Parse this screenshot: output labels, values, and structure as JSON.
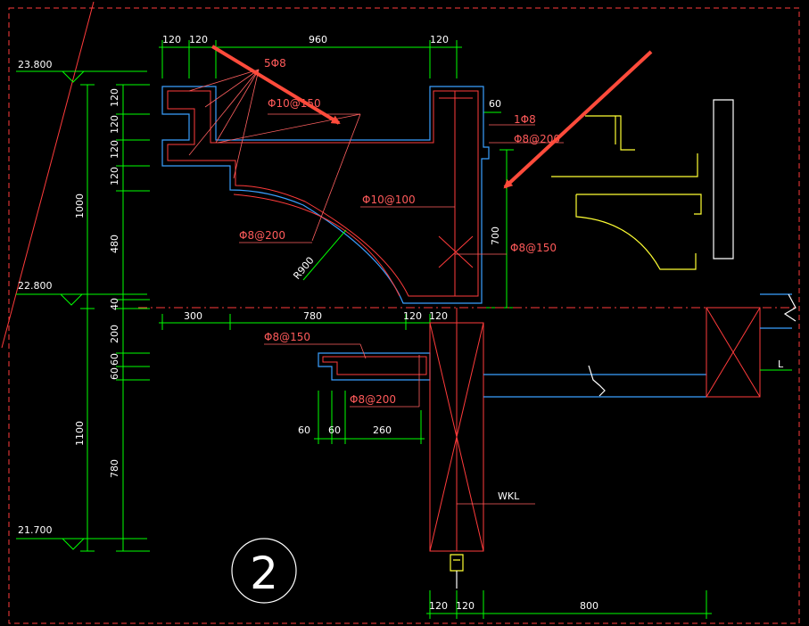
{
  "elevations": [
    {
      "label": "23.800"
    },
    {
      "label": "22.800"
    },
    {
      "label": "21.700"
    }
  ],
  "top_dims": [
    "120",
    "120",
    "960",
    "120"
  ],
  "left_dims": [
    "120",
    "120",
    "120",
    "120",
    "480",
    "40",
    "200",
    "60",
    "60",
    "780"
  ],
  "left_overall": [
    "1000",
    "1100"
  ],
  "mid_dims": [
    "300",
    "780",
    "120",
    "120"
  ],
  "low_dims": [
    "60",
    "60",
    "260"
  ],
  "bottom_dims": [
    "120",
    "120",
    "800"
  ],
  "annotations": {
    "bar_5": "5Φ8",
    "bar_10_150": "Φ10@150",
    "bar_1": "1Φ8",
    "bar_8_200_top": "Φ8@200",
    "dim_60": "60",
    "bar_10_100": "Φ10@100",
    "dim_700": "700",
    "bar_8_200_left": "Φ8@200",
    "bar_8_150_right": "Φ8@150",
    "radius": "R900",
    "bar_8_150_slab": "Φ8@150",
    "bar_8_200_slab": "Φ8@200",
    "beam": "WKL",
    "label_l": "L"
  },
  "section_number": "2",
  "colors": {
    "dimension": "#00ff00",
    "rebar": "#ff3b3b",
    "concrete": "#3aa0ff",
    "detail": "#ffff33",
    "arrow": "#ff4b3b"
  }
}
